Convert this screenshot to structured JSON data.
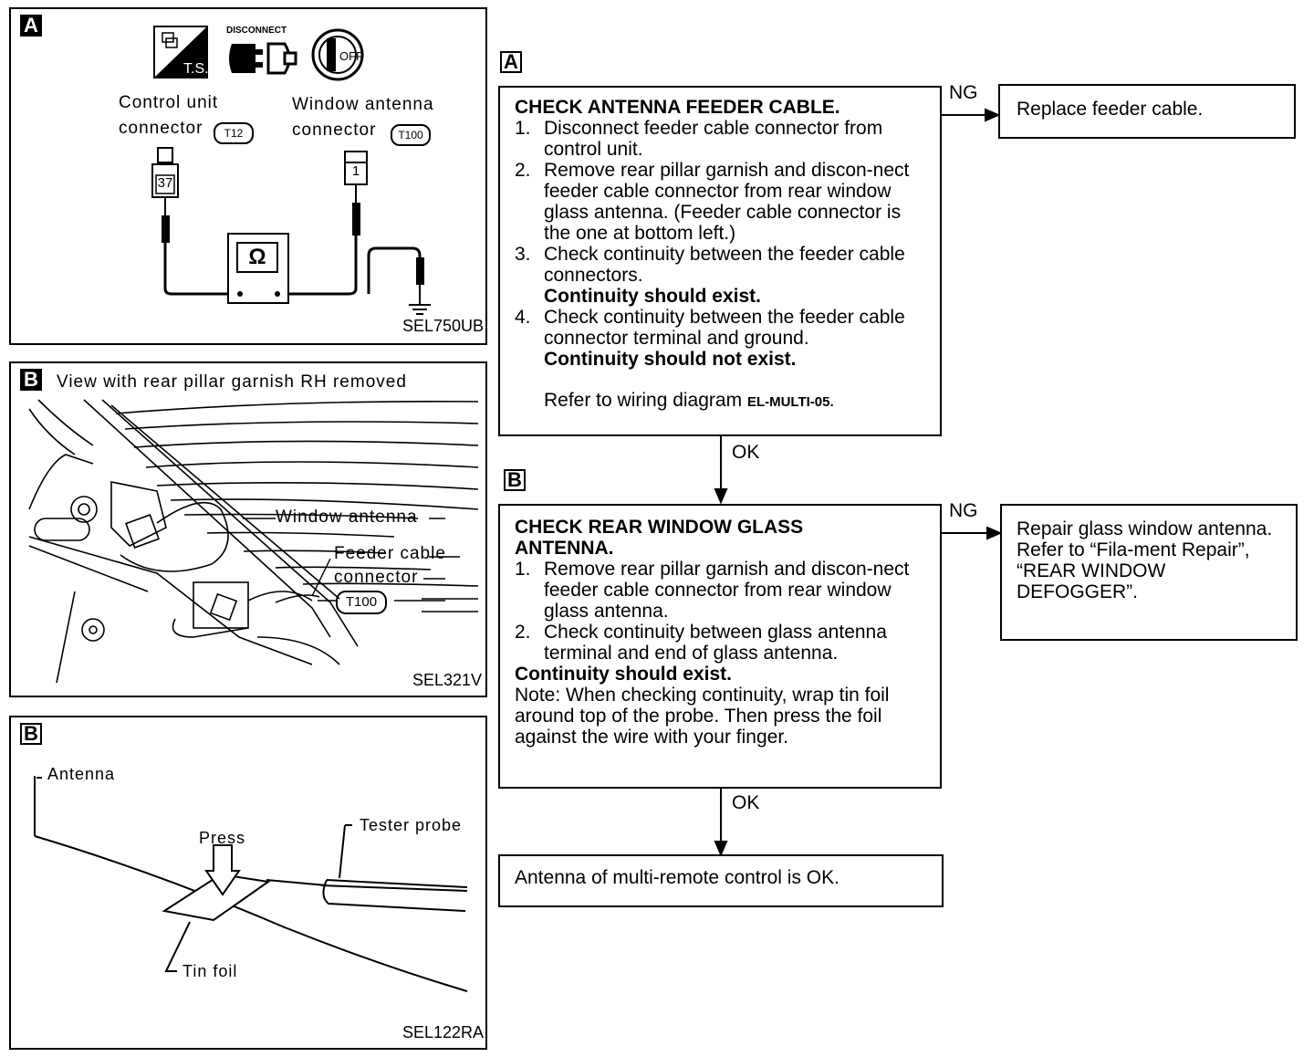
{
  "panel_a": {
    "badge": "A",
    "icons": {
      "ts_label": "T.S.",
      "disconnect_label": "DISCONNECT",
      "key_label": "OFF"
    },
    "control_unit_label_1": "Control unit",
    "control_unit_label_2": "connector",
    "control_unit_conn": "T12",
    "window_antenna_label_1": "Window antenna",
    "window_antenna_label_2": "connector",
    "window_antenna_conn": "T100",
    "pin_left": "37",
    "pin_right": "1",
    "ohm": "Ω",
    "code": "SEL750UB"
  },
  "panel_b1": {
    "badge": "B",
    "caption": "View with rear pillar garnish RH removed",
    "window_antenna": "Window antenna",
    "feeder_cable": "Feeder cable",
    "connector": "connector",
    "conn_code": "T100",
    "code": "SEL321V"
  },
  "panel_b2": {
    "badge": "B",
    "antenna": "Antenna",
    "press": "Press",
    "tester_probe": "Tester probe",
    "tin_foil": "Tin foil",
    "code": "SEL122RA"
  },
  "flow": {
    "step_a_badge": "A",
    "step_a": {
      "title": "CHECK ANTENNA FEEDER CABLE.",
      "items": [
        {
          "n": "1.",
          "text": "Disconnect feeder cable connector from control unit."
        },
        {
          "n": "2.",
          "text": "Remove rear pillar garnish and discon-nect feeder cable connector from rear window glass antenna. (Feeder cable connector is the one at bottom left.)"
        },
        {
          "n": "3.",
          "text": "Check continuity between the feeder cable connectors.",
          "bold": "Continuity should exist."
        },
        {
          "n": "4.",
          "text": "Check continuity between the feeder cable connector terminal and ground.",
          "bold": "Continuity should not exist."
        }
      ],
      "refer": "Refer to wiring diagram",
      "refer_code": "EL-MULTI-05."
    },
    "ng_a": "NG",
    "result_a_ng": "Replace feeder cable.",
    "ok_a": "OK",
    "step_b_badge": "B",
    "step_b": {
      "title_1": "CHECK REAR WINDOW GLASS",
      "title_2": "ANTENNA.",
      "items": [
        {
          "n": "1.",
          "text": "Remove rear pillar garnish and discon-nect feeder cable connector from rear window glass antenna."
        },
        {
          "n": "2.",
          "text": "Check continuity between glass antenna terminal and end of glass antenna."
        }
      ],
      "bold": "Continuity should exist.",
      "note": "Note: When checking continuity, wrap tin foil around top of the probe. Then press the foil against the wire with your finger."
    },
    "ng_b": "NG",
    "result_b_ng": "Repair glass window antenna. Refer to “Fila-ment Repair”, “REAR WINDOW DEFOGGER”.",
    "ok_b": "OK",
    "final": "Antenna of multi-remote control is OK."
  }
}
